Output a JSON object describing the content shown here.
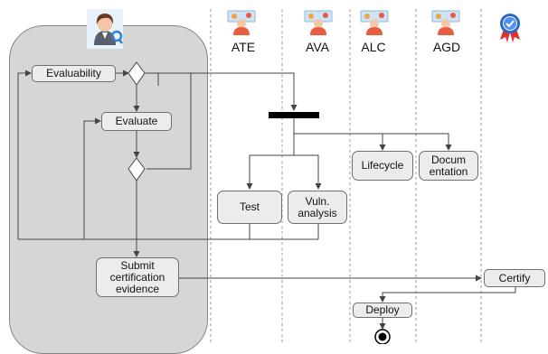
{
  "lanes": [
    "ATE",
    "AVA",
    "ALC",
    "AGD"
  ],
  "nodes": {
    "evaluability": "Evaluability",
    "evaluate": "Evaluate",
    "submit": "Submit\ncertification\nevidence",
    "test": "Test",
    "vuln": "Vuln.\nanalysis",
    "lifecycle": "Lifecycle",
    "documentation": "Docum\nentation",
    "certify": "Certify",
    "deploy": "Deploy"
  },
  "colors": {
    "swimlane": "#d6d6d6",
    "node_fill": "#ececec",
    "edge": "#444444",
    "separator": "#9a9a9a"
  },
  "icons": {
    "lane_owner": "evaluator-avatar-icon",
    "lane_staff": "developer-team-icon",
    "lane_cert": "certification-badge-icon"
  }
}
